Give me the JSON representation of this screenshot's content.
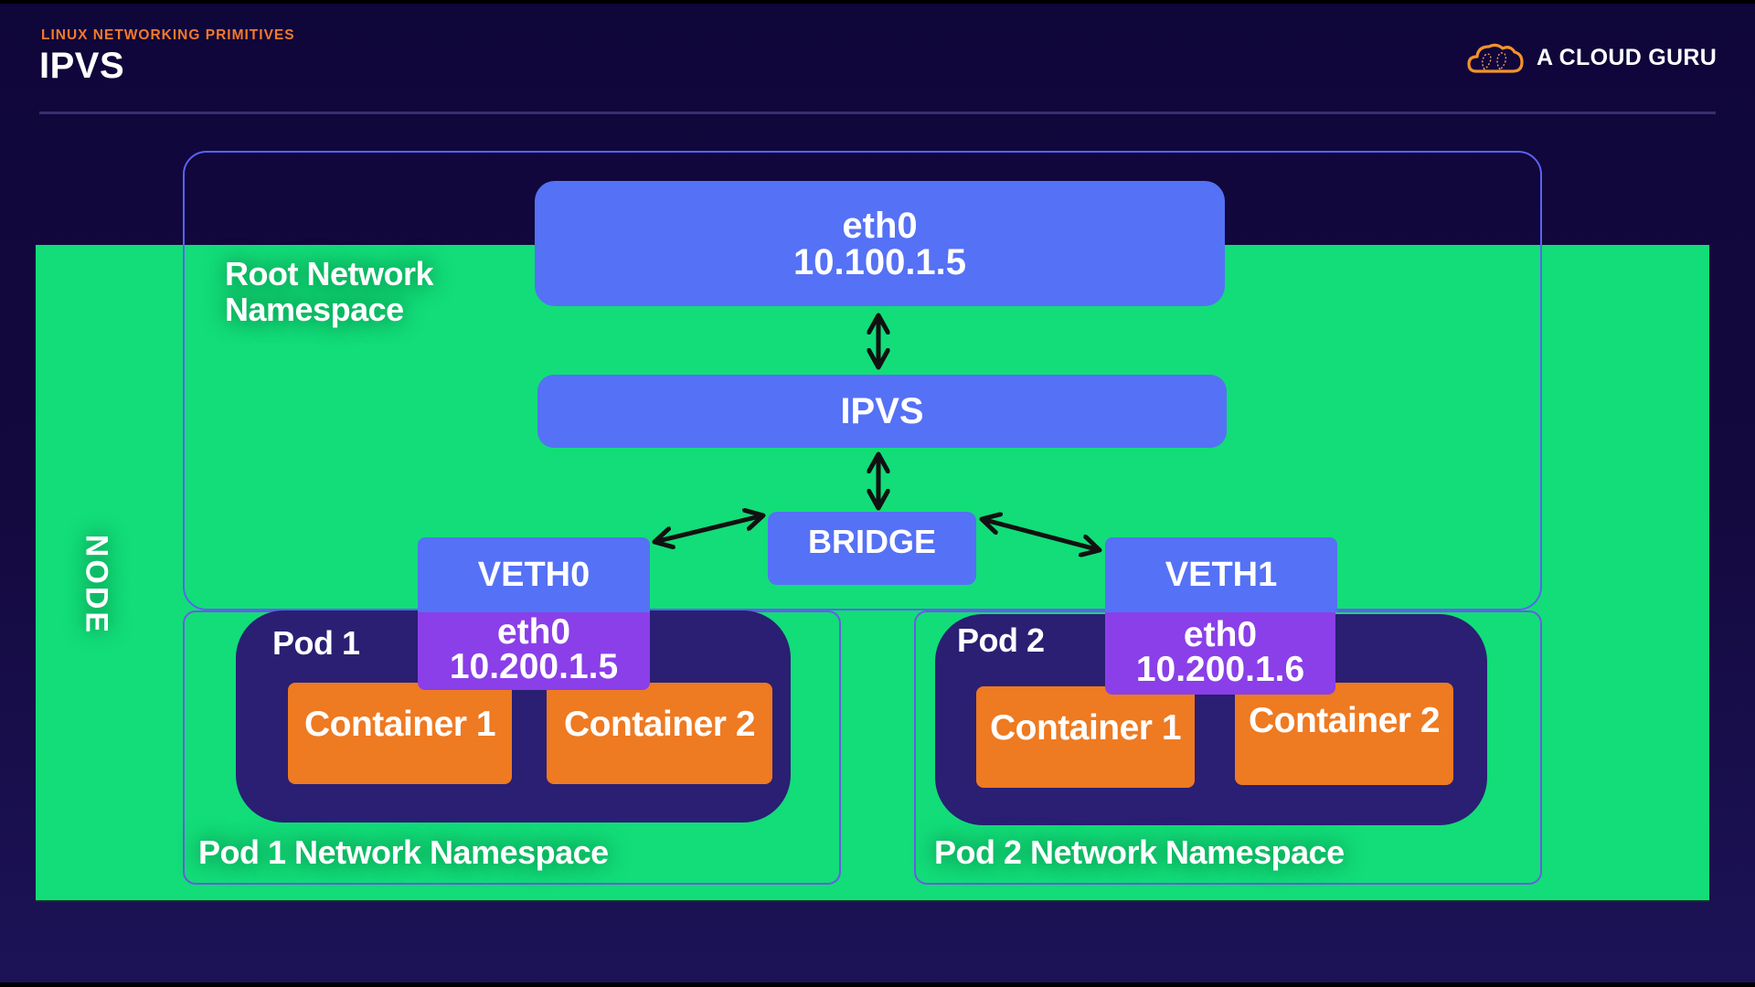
{
  "header": {
    "kicker": "LINUX NETWORKING PRIMITIVES",
    "title": "IPVS",
    "brand": "A CLOUD GURU",
    "brand_icon": "cloud-logo-icon"
  },
  "colors": {
    "background": "#0f063a",
    "accent_orange": "#f5792a",
    "node_green": "#12dd79",
    "interface_blue": "#5571f5",
    "pod_eth_purple": "#8a3fe8",
    "pod_navy": "#2a1f73",
    "container_orange": "#ee7a22",
    "namespace_border": "#5a63f0"
  },
  "diagram": {
    "node_label": "NODE",
    "root_namespace_label": "Root Network Namespace",
    "host_interface": {
      "name": "eth0",
      "ip": "10.100.1.5"
    },
    "ipvs_label": "IPVS",
    "bridge_label": "BRIDGE",
    "veths": [
      {
        "label": "VETH0"
      },
      {
        "label": "VETH1"
      }
    ],
    "pods": [
      {
        "name": "Pod 1",
        "namespace_label": "Pod 1 Network Namespace",
        "interface": {
          "name": "eth0",
          "ip": "10.200.1.5"
        },
        "containers": [
          "Container 1",
          "Container 2"
        ]
      },
      {
        "name": "Pod 2",
        "namespace_label": "Pod 2 Network Namespace",
        "interface": {
          "name": "eth0",
          "ip": "10.200.1.6"
        },
        "containers": [
          "Container 1",
          "Container 2"
        ]
      }
    ],
    "connections": [
      {
        "from": "eth0",
        "to": "IPVS",
        "direction": "bidirectional"
      },
      {
        "from": "IPVS",
        "to": "BRIDGE",
        "direction": "bidirectional"
      },
      {
        "from": "BRIDGE",
        "to": "VETH0",
        "direction": "bidirectional"
      },
      {
        "from": "BRIDGE",
        "to": "VETH1",
        "direction": "bidirectional"
      }
    ]
  }
}
